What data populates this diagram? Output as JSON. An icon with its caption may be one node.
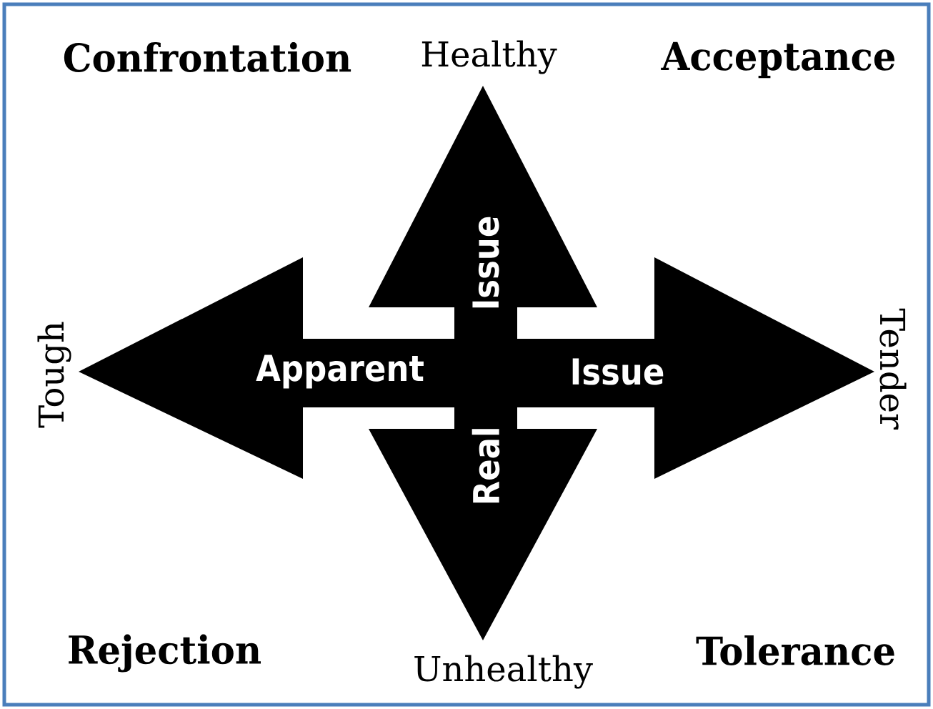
{
  "diagram": {
    "labels": [
      "Confrontation",
      "Healthy",
      "Acceptance",
      "Issue",
      "Tough",
      "Apparent",
      "Issue",
      "Tender",
      "Real",
      "Rejection",
      "Unhealthy",
      "Tolerance"
    ]
  }
}
